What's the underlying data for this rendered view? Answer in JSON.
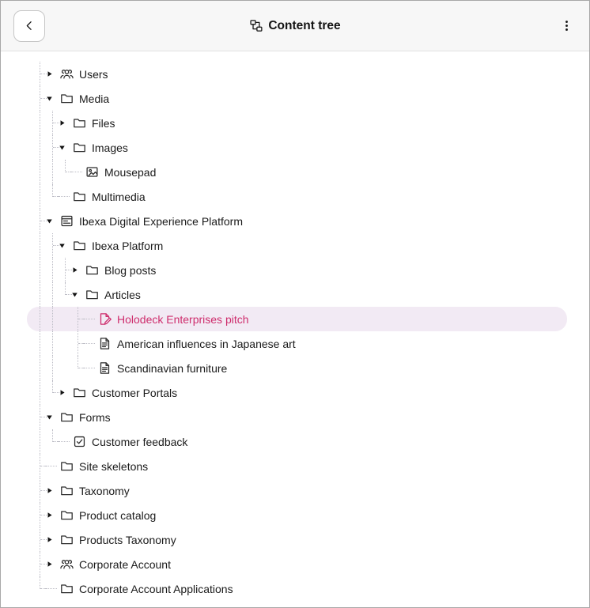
{
  "header": {
    "title": "Content tree",
    "title_icon": "content-tree",
    "back_icon": "chevron-left",
    "menu_icon": "kebab"
  },
  "colors": {
    "selected_bg": "#f2eaf4",
    "selected_text": "#ce2c6c",
    "guide": "#bdbdc6",
    "header_bg": "#f7f7f7",
    "text": "#1a1a1a"
  },
  "tree": {
    "items": [
      {
        "label": "Users",
        "icon": "users",
        "caret": "collapsed",
        "depth": 0
      },
      {
        "label": "Media",
        "icon": "folder",
        "caret": "expanded",
        "depth": 0
      },
      {
        "label": "Files",
        "icon": "folder",
        "caret": "collapsed",
        "depth": 1
      },
      {
        "label": "Images",
        "icon": "folder",
        "caret": "expanded",
        "depth": 1
      },
      {
        "label": "Mousepad",
        "icon": "image",
        "caret": "none",
        "depth": 2
      },
      {
        "label": "Multimedia",
        "icon": "folder",
        "caret": "none",
        "depth": 1
      },
      {
        "label": "Ibexa Digital Experience Platform",
        "icon": "site",
        "caret": "expanded",
        "depth": 0
      },
      {
        "label": "Ibexa Platform",
        "icon": "folder",
        "caret": "expanded",
        "depth": 1
      },
      {
        "label": "Blog posts",
        "icon": "folder",
        "caret": "collapsed",
        "depth": 2
      },
      {
        "label": "Articles",
        "icon": "folder",
        "caret": "expanded",
        "depth": 2
      },
      {
        "label": "Holodeck Enterprises pitch",
        "icon": "article-edit",
        "caret": "none",
        "depth": 3,
        "selected": true
      },
      {
        "label": "American influences in Japanese art",
        "icon": "article",
        "caret": "none",
        "depth": 3
      },
      {
        "label": "Scandinavian furniture",
        "icon": "article",
        "caret": "none",
        "depth": 3
      },
      {
        "label": "Customer Portals",
        "icon": "folder",
        "caret": "collapsed",
        "depth": 1
      },
      {
        "label": "Forms",
        "icon": "folder",
        "caret": "expanded",
        "depth": 0
      },
      {
        "label": "Customer feedback",
        "icon": "form-check",
        "caret": "none",
        "depth": 1
      },
      {
        "label": "Site skeletons",
        "icon": "folder",
        "caret": "none",
        "depth": 0
      },
      {
        "label": "Taxonomy",
        "icon": "folder",
        "caret": "collapsed",
        "depth": 0
      },
      {
        "label": "Product catalog",
        "icon": "folder",
        "caret": "collapsed",
        "depth": 0
      },
      {
        "label": "Products Taxonomy",
        "icon": "folder",
        "caret": "collapsed",
        "depth": 0
      },
      {
        "label": "Corporate Account",
        "icon": "users",
        "caret": "collapsed",
        "depth": 0
      },
      {
        "label": "Corporate Account Applications",
        "icon": "folder",
        "caret": "none",
        "depth": 0
      }
    ]
  }
}
